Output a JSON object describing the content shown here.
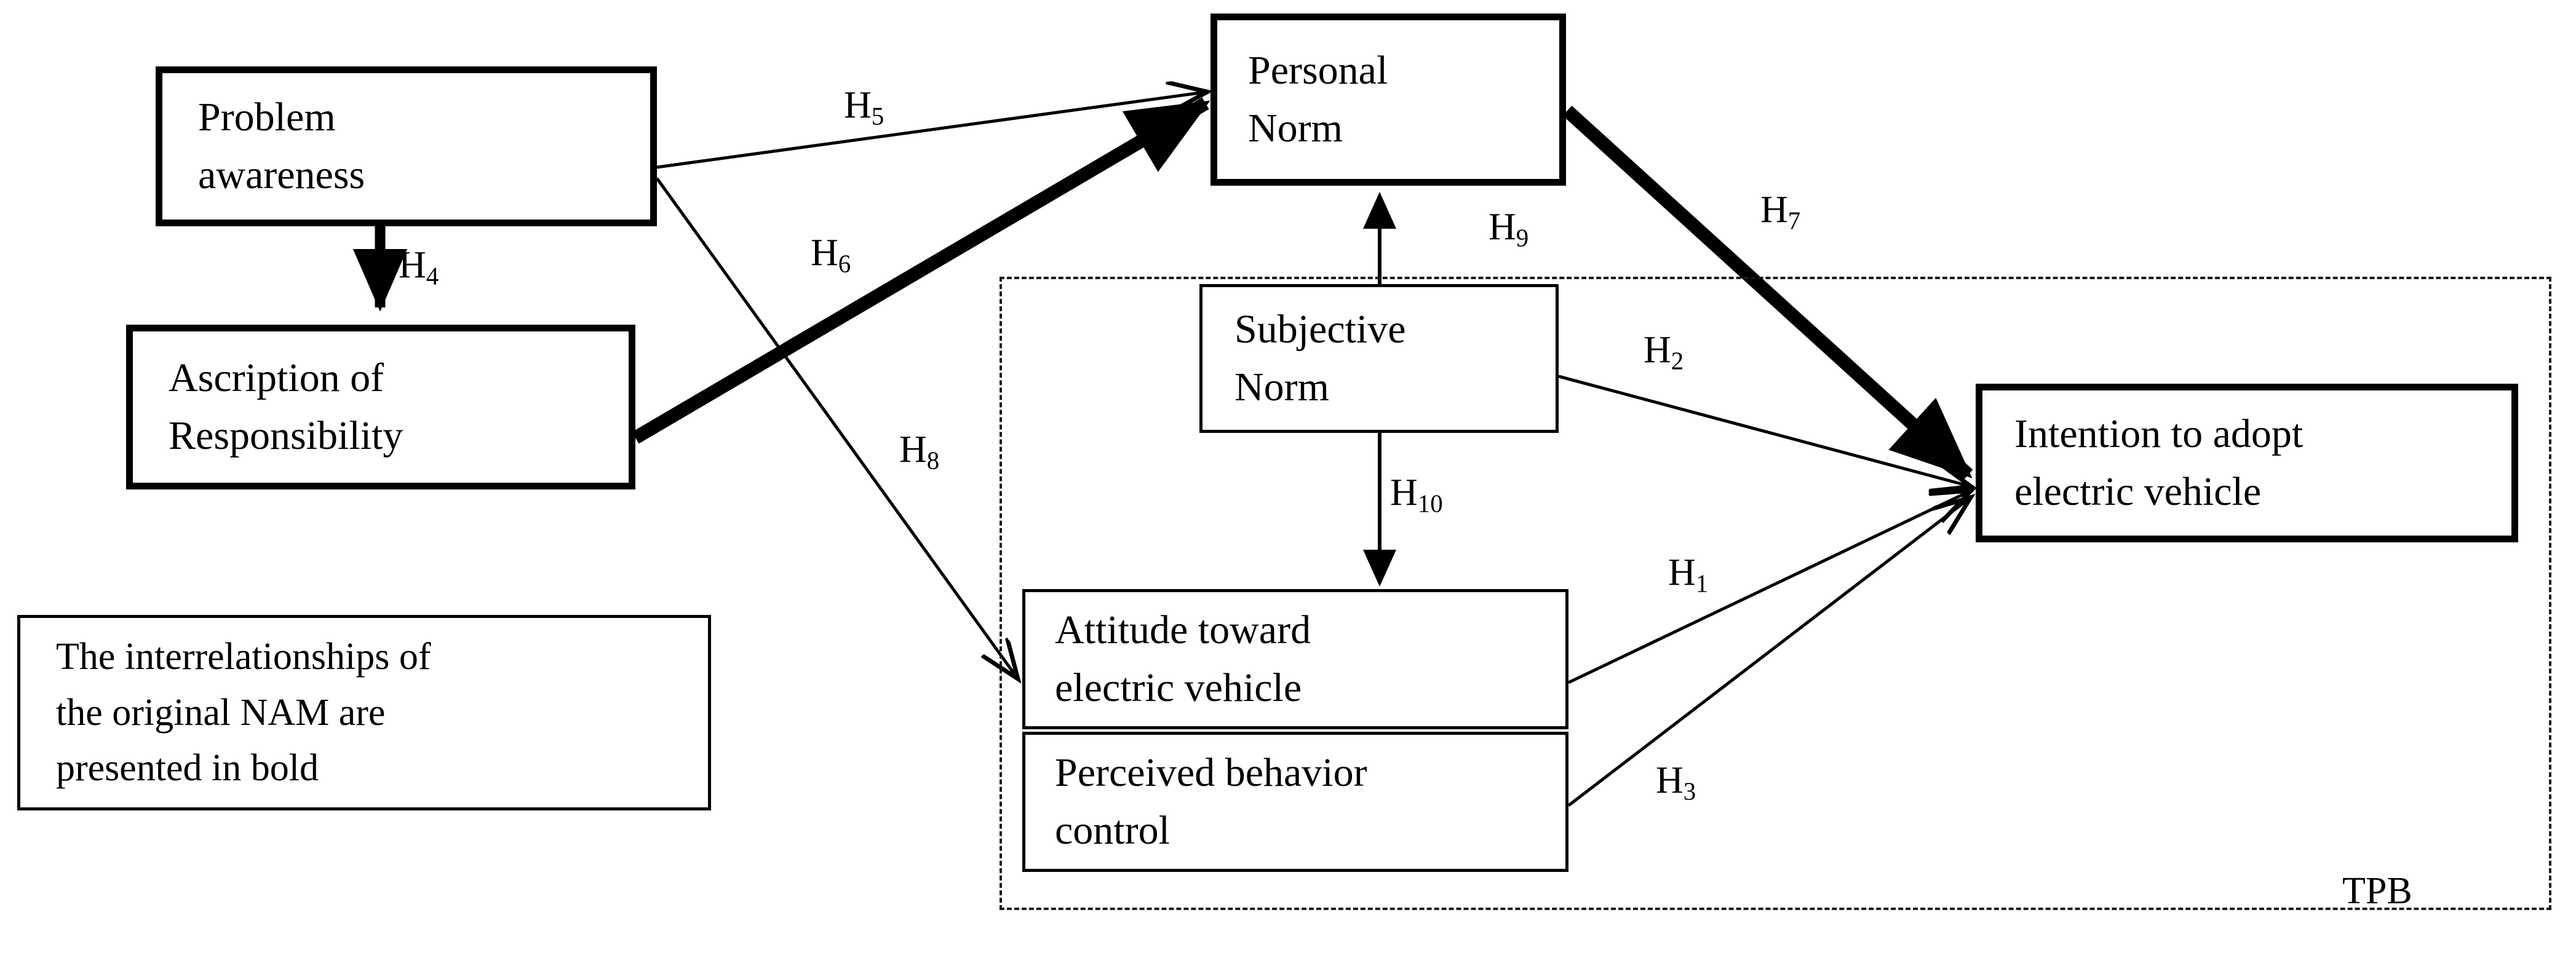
{
  "diagram": {
    "title_text": "",
    "colors": {
      "stroke": "#000000",
      "background": "#ffffff",
      "dashed": "#1a1a1a"
    },
    "nodes": [
      {
        "id": "problem-awareness",
        "lines": [
          "Problem",
          "awareness"
        ],
        "weight": "bold"
      },
      {
        "id": "ascription",
        "lines": [
          "Ascription of",
          "Responsibility"
        ],
        "weight": "bold"
      },
      {
        "id": "personal-norm",
        "lines": [
          "Personal",
          "Norm"
        ],
        "weight": "bold"
      },
      {
        "id": "subjective-norm",
        "lines": [
          "Subjective",
          "Norm"
        ],
        "weight": "normal"
      },
      {
        "id": "attitude",
        "lines": [
          "Attitude toward",
          "electric vehicle"
        ],
        "weight": "normal"
      },
      {
        "id": "pbc",
        "lines": [
          "Perceived behavior",
          "control"
        ],
        "weight": "normal"
      },
      {
        "id": "intention",
        "lines": [
          "Intention to adopt",
          "electric vehicle"
        ],
        "weight": "bold"
      }
    ],
    "legend": {
      "lines": [
        "The interrelationships of",
        "the original NAM are",
        "presented in bold"
      ]
    },
    "group": {
      "label": "TPB"
    },
    "hypotheses": [
      {
        "id": "H1",
        "base": "H",
        "sub": "1",
        "from": "attitude",
        "to": "intention",
        "bold": false
      },
      {
        "id": "H2",
        "base": "H",
        "sub": "2",
        "from": "subjective-norm",
        "to": "intention",
        "bold": false
      },
      {
        "id": "H3",
        "base": "H",
        "sub": "3",
        "from": "pbc",
        "to": "intention",
        "bold": false
      },
      {
        "id": "H4",
        "base": "H",
        "sub": "4",
        "from": "problem-awareness",
        "to": "ascription",
        "bold": true
      },
      {
        "id": "H5",
        "base": "H",
        "sub": "5",
        "from": "problem-awareness",
        "to": "personal-norm",
        "bold": false
      },
      {
        "id": "H6",
        "base": "H",
        "sub": "6",
        "from": "ascription",
        "to": "personal-norm",
        "bold": true
      },
      {
        "id": "H7",
        "base": "H",
        "sub": "7",
        "from": "personal-norm",
        "to": "intention",
        "bold": true
      },
      {
        "id": "H8",
        "base": "H",
        "sub": "8",
        "from": "problem-awareness",
        "to": "attitude",
        "bold": false
      },
      {
        "id": "H9",
        "base": "H",
        "sub": "9",
        "from": "subjective-norm",
        "to": "personal-norm",
        "bold": false
      },
      {
        "id": "H10",
        "base": "H",
        "sub": "10",
        "from": "subjective-norm",
        "to": "attitude",
        "bold": false
      }
    ]
  }
}
